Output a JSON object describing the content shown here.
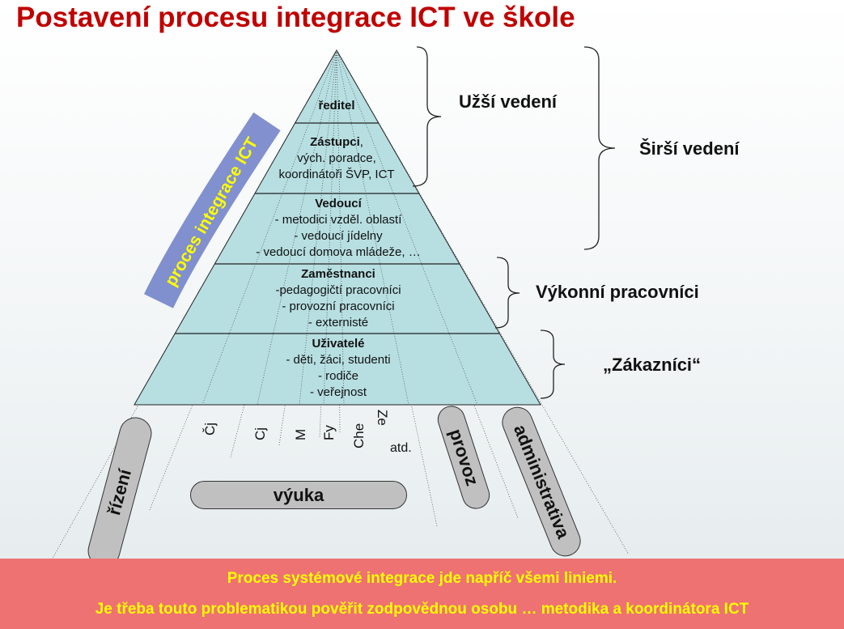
{
  "title": "Postavení procesu integrace ICT ve škole",
  "pyramid": {
    "levels": [
      {
        "head": "ředitel",
        "lines": []
      },
      {
        "head": "Zástupci",
        "head_suffix": ",",
        "lines": [
          "vých. poradce,",
          "koordinátoři ŠVP, ICT"
        ]
      },
      {
        "head": "Vedoucí",
        "lines": [
          "- metodici vzděl. oblastí",
          "- vedoucí jídelny",
          "- vedoucí domova mládeže, …"
        ]
      },
      {
        "head": "Zaměstnanci",
        "lines": [
          "-pedagogičtí pracovníci",
          "- provozní pracovníci",
          "- externisté"
        ]
      },
      {
        "head": "Uživatelé",
        "lines": [
          "- děti, žáci, studenti",
          "- rodiče",
          "- veřejnost"
        ]
      }
    ],
    "process_label": "proces integrace ICT"
  },
  "groups": {
    "uzsi": "Užší vedení",
    "sirsi": "Širší vedení",
    "vykonni": "Výkonní pracovníci",
    "zakaznici": "„Zákazníci“"
  },
  "subjects": [
    "Čj",
    "Cj",
    "M",
    "Fy",
    "Che",
    "Ze",
    "atd."
  ],
  "areas": {
    "rizeni": "řízení",
    "vyuka": "výuka",
    "provoz": "provoz",
    "administrativa": "administrativa"
  },
  "banner": {
    "line1": "Proces systémové integrace jde napříč všemi liniemi.",
    "line2": "Je třeba touto problematikou pověřit zodpovědnou osobu … metodika a koordinátora ICT"
  },
  "colors": {
    "title": "#c00000",
    "pyramid": "#b7dfe2",
    "band": "#5a6cc0",
    "banner": "#ee7272",
    "highlight": "#ffff00"
  }
}
